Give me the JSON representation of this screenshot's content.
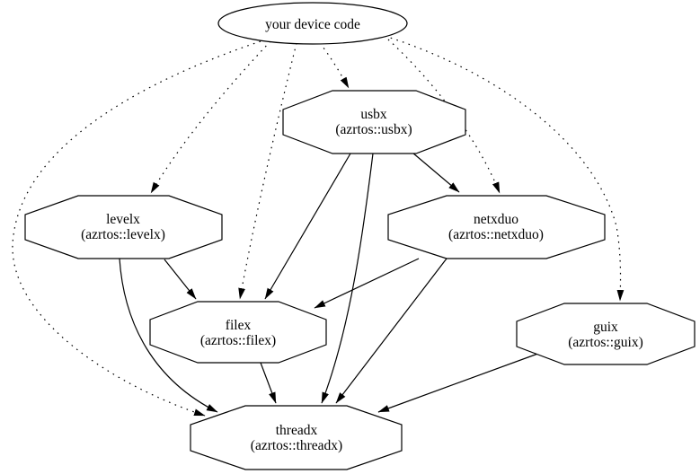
{
  "diagram": {
    "background_color": "#ffffff",
    "line_color": "#000000",
    "node_fill_color": "#ffffff",
    "nodes": [
      {
        "id": "your-device-code",
        "shape": "ellipse",
        "label": "your device code"
      },
      {
        "id": "usbx",
        "shape": "octagon",
        "label": "usbx",
        "sublabel": "(azrtos::usbx)"
      },
      {
        "id": "levelx",
        "shape": "octagon",
        "label": "levelx",
        "sublabel": "(azrtos::levelx)"
      },
      {
        "id": "netxduo",
        "shape": "octagon",
        "label": "netxduo",
        "sublabel": "(azrtos::netxduo)"
      },
      {
        "id": "filex",
        "shape": "octagon",
        "label": "filex",
        "sublabel": "(azrtos::filex)"
      },
      {
        "id": "guix",
        "shape": "octagon",
        "label": "guix",
        "sublabel": "(azrtos::guix)"
      },
      {
        "id": "threadx",
        "shape": "octagon",
        "label": "threadx",
        "sublabel": "(azrtos::threadx)"
      }
    ],
    "edges": [
      {
        "from": "your device code",
        "to": "usbx",
        "style": "dotted"
      },
      {
        "from": "your device code",
        "to": "levelx",
        "style": "dotted"
      },
      {
        "from": "your device code",
        "to": "filex",
        "style": "dotted"
      },
      {
        "from": "your device code",
        "to": "netxduo",
        "style": "dotted"
      },
      {
        "from": "your device code",
        "to": "guix",
        "style": "dotted"
      },
      {
        "from": "your device code",
        "to": "threadx",
        "style": "dotted"
      },
      {
        "from": "usbx",
        "to": "netxduo",
        "style": "solid"
      },
      {
        "from": "usbx",
        "to": "filex",
        "style": "solid"
      },
      {
        "from": "usbx",
        "to": "threadx",
        "style": "solid"
      },
      {
        "from": "levelx",
        "to": "filex",
        "style": "solid"
      },
      {
        "from": "levelx",
        "to": "threadx",
        "style": "solid"
      },
      {
        "from": "netxduo",
        "to": "filex",
        "style": "solid"
      },
      {
        "from": "netxduo",
        "to": "threadx",
        "style": "solid"
      },
      {
        "from": "filex",
        "to": "threadx",
        "style": "solid"
      },
      {
        "from": "guix",
        "to": "threadx",
        "style": "solid"
      }
    ]
  }
}
